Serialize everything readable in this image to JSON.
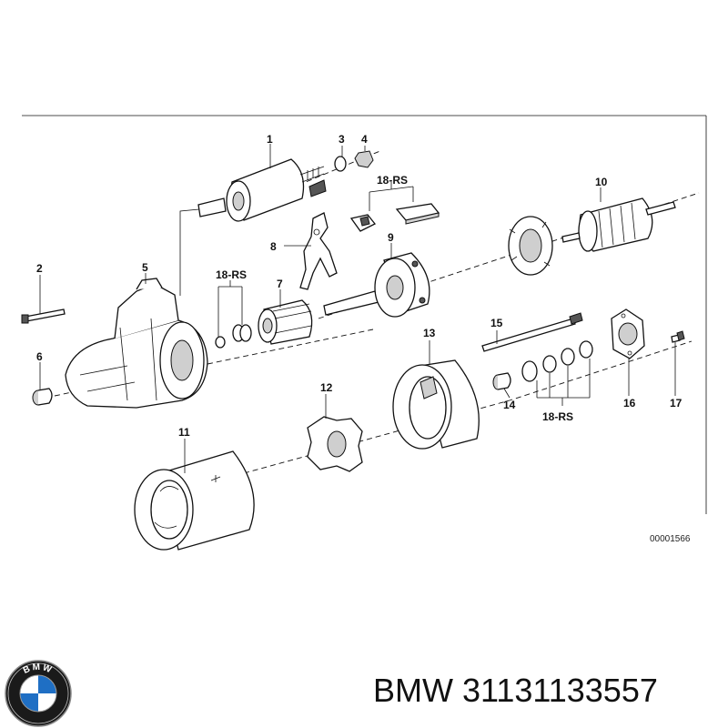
{
  "labels": {
    "n1": "1",
    "n2": "2",
    "n3": "3",
    "n4": "4",
    "n5": "5",
    "n6": "6",
    "n7": "7",
    "n8": "8",
    "n9": "9",
    "n10": "10",
    "n11": "11",
    "n12": "12",
    "n13": "13",
    "n14": "14",
    "n15": "15",
    "n16": "16",
    "n17": "17",
    "rs_top": "18-RS",
    "rs_left": "18-RS",
    "rs_right": "18-RS"
  },
  "diagram_ref": "00001566",
  "logo_text": "BMW",
  "caption": "BMW 31131133557"
}
